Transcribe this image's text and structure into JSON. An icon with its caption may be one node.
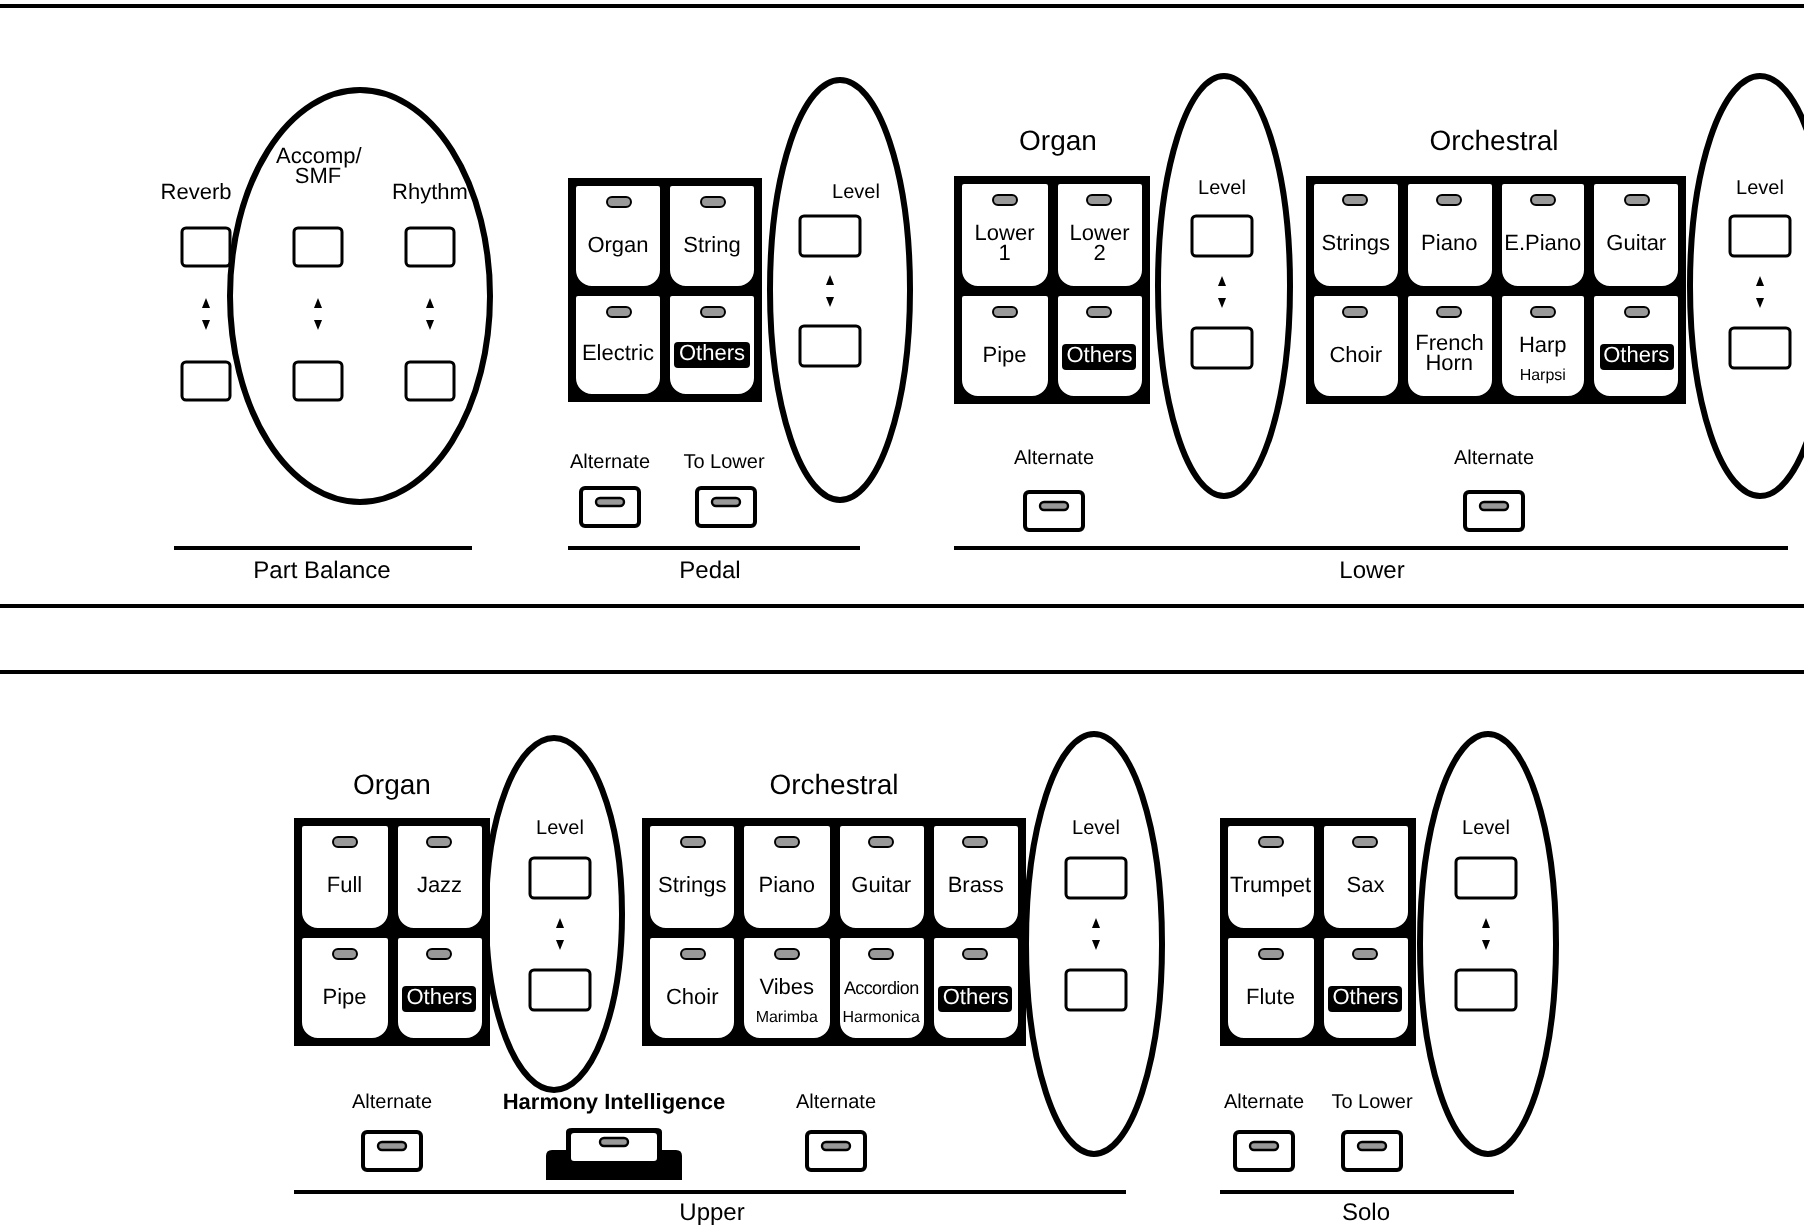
{
  "diagram": {
    "nodes": [
      {
        "text": [
          "Organ"
        ]
      },
      {
        "text": [
          "String"
        ]
      },
      {
        "text": [
          "Electric"
        ]
      },
      {
        "text": [
          "Others"
        ]
      },
      {
        "text": [
          "Lower 1"
        ]
      },
      {
        "text": [
          "Lower 2"
        ]
      },
      {
        "text": [
          "Pipe"
        ]
      },
      {
        "text": [
          "Others"
        ]
      },
      {
        "text": [
          "Strings"
        ]
      },
      {
        "text": [
          "Piano"
        ]
      },
      {
        "text": [
          "E.Piano"
        ]
      },
      {
        "text": [
          "Guitar"
        ]
      },
      {
        "text": [
          "Choir"
        ]
      },
      {
        "text": [
          "French Horn"
        ]
      },
      {
        "text": [
          "Harp",
          "Harpsi"
        ]
      },
      {
        "text": [
          "Others"
        ]
      },
      {
        "text": [
          "Full"
        ]
      },
      {
        "text": [
          "Jazz"
        ]
      },
      {
        "text": [
          "Pipe"
        ]
      },
      {
        "text": [
          "Others"
        ]
      },
      {
        "text": [
          "Strings"
        ]
      },
      {
        "text": [
          "Piano"
        ]
      },
      {
        "text": [
          "Guitar"
        ]
      },
      {
        "text": [
          "Brass"
        ]
      },
      {
        "text": [
          "Choir"
        ]
      },
      {
        "text": [
          "Vibes",
          "Marimba"
        ]
      },
      {
        "text": [
          "Accordion",
          "Harmonica"
        ]
      },
      {
        "text": [
          "Others"
        ]
      },
      {
        "text": [
          "Trumpet"
        ]
      },
      {
        "text": [
          "Sax"
        ]
      },
      {
        "text": [
          "Flute"
        ]
      },
      {
        "text": [
          "Others"
        ]
      }
    ],
    "labels": [
      "Reverb",
      "Accomp/ SMF",
      "Rhythm",
      "Level",
      "Organ",
      "Level",
      "Orchestral",
      "Level",
      "Alternate",
      "To Lower",
      "Alternate",
      "Alternate",
      "Part Balance",
      "Pedal",
      "Lower",
      "Organ",
      "Orchestral",
      "Level",
      "Level",
      "Level",
      "Alternate",
      "Harmony Intelligence",
      "Alternate",
      "Alternate",
      "To Lower",
      "Upper",
      "Solo"
    ]
  }
}
